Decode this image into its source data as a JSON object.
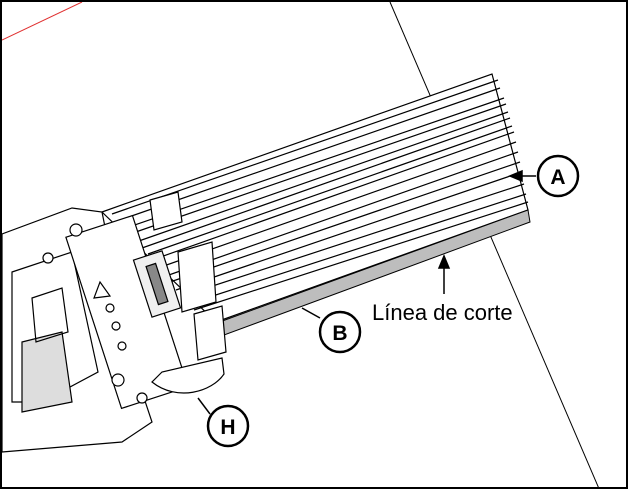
{
  "callouts": {
    "a": "A",
    "b": "B",
    "h": "H"
  },
  "cut_line_label": "Línea de corte",
  "colors": {
    "line": "#000000",
    "strip": "#bdbdbd",
    "accent": "#e03030"
  }
}
